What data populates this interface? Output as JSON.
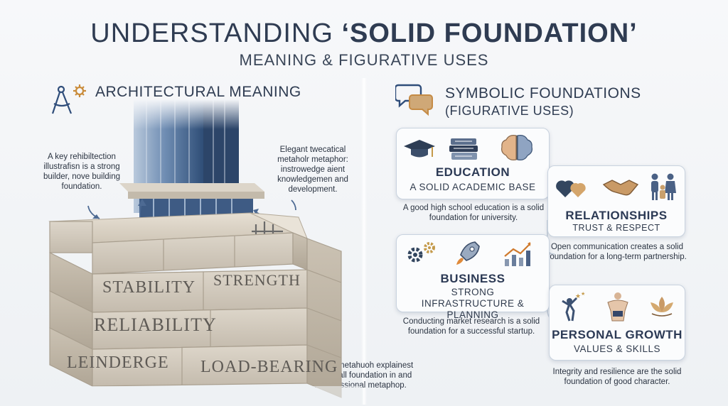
{
  "header": {
    "title_prefix": "UNDERSTANDING ",
    "title_emphasis": "‘SOLID FOUNDATION’",
    "subtitle": "MEANING & FIGURATIVE USES"
  },
  "architectural": {
    "heading": "ARCHITECTURAL MEANING",
    "note_left": "A key rehibiltection illustrafisn is a strong builder, nove building foundation.",
    "note_right": "Elegant twecatical metaholr metaphor: instrowedge aient knowledgemen and development.",
    "note_bottom": "Elegant metahuoh explainest the overall foundation in and a trorfessional metaphop.",
    "bricks": [
      "STABILITY",
      "STRENGTH",
      "RELIABILITY",
      "LEINDERGE",
      "LOAD-BEARING"
    ]
  },
  "symbolic": {
    "heading": "SYMBOLIC FOUNDATIONS",
    "subheading": "(FIGURATIVE USES)",
    "cards": [
      {
        "title": "EDUCATION",
        "subtitle": "A SOLID ACADEMIC BASE",
        "caption": "A good high school education is a solid foundation for university."
      },
      {
        "title": "RELATIONSHIPS",
        "subtitle": "TRUST & RESPECT",
        "caption": "Open communication creates a solid foundation for a long-term partnership."
      },
      {
        "title": "BUSINESS",
        "subtitle": "STRONG INFRASTRUCTURE & PLANNING",
        "caption": "Conducting market research is a solid foundation for a successful startup."
      },
      {
        "title": "PERSONAL GROWTH",
        "subtitle": "VALUES & SKILLS",
        "caption": "Integrity and resilience are the solid foundation of good character."
      }
    ]
  },
  "colors": {
    "accent": "#2f3c52",
    "card_border": "#c9d3df",
    "stone": "#d9d2c6",
    "glass": "#7f9bbd"
  }
}
